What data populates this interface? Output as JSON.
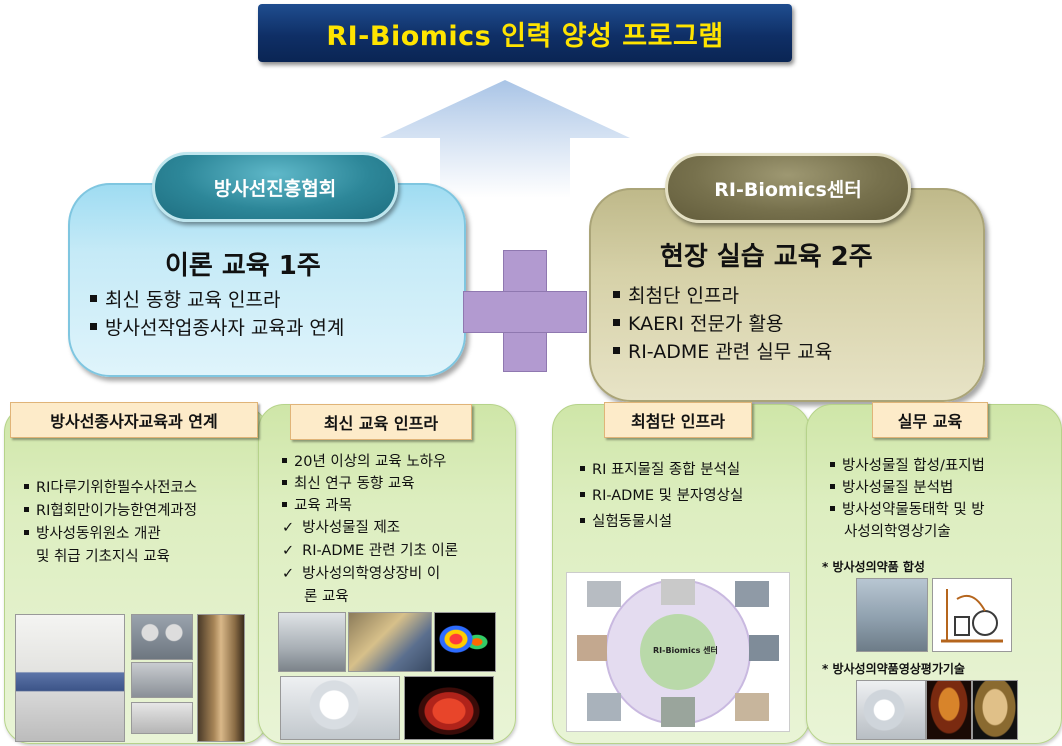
{
  "title": "RI-Biomics 인력 양성 프로그램",
  "left_org": "방사선진흥협회",
  "left_box": {
    "heading": "이론 교육 1주",
    "items": [
      "최신 동향 교육 인프라",
      "방사선작업종사자 교육과 연계"
    ]
  },
  "right_org": "RI-Biomics센터",
  "right_box": {
    "heading": "현장 실습 교육 2주",
    "items": [
      "최첨단 인프라",
      "KAERI 전문가 활용",
      "RI-ADME 관련 실무 교육"
    ]
  },
  "panels": [
    {
      "label": "방사선종사자교육과 연계",
      "items": [
        "RI다루기위한필수사전코스",
        "RI협회만이가능한연계과정",
        "방사성동위원소 개관",
        "및 취급 기초지식 교육"
      ]
    },
    {
      "label": "최신 교육 인프라",
      "items": [
        "20년 이상의 교육 노하우",
        "최신 연구 동향 교육",
        "교육 과목"
      ],
      "sub_items": [
        "방사성물질 제조",
        "RI-ADME 관련 기초 이론",
        "방사성의학영상장비 이",
        "론 교육"
      ]
    },
    {
      "label": "최첨단 인프라",
      "items": [
        "RI 표지물질 종합 분석실",
        "RI-ADME 및 분자영상실",
        "실험동물시설"
      ],
      "figure_center": "RI-Biomics 센터"
    },
    {
      "label": "실무 교육",
      "items": [
        "방사성물질 합성/표지법",
        "방사성물질 분석법",
        "방사성약물동태학 및 방",
        "사성의학영상기술"
      ],
      "caption1": "방사성의약품 합성",
      "caption2": "방사성의약품영상평가기술"
    }
  ],
  "colors": {
    "banner": "#0f2f66",
    "banner_text": "#ffe400",
    "left_box": "#c5eaf7",
    "right_box": "#d6d1a8",
    "plus": "#b29ad0",
    "panel": "#ddeec0",
    "label": "#fdebc9"
  }
}
